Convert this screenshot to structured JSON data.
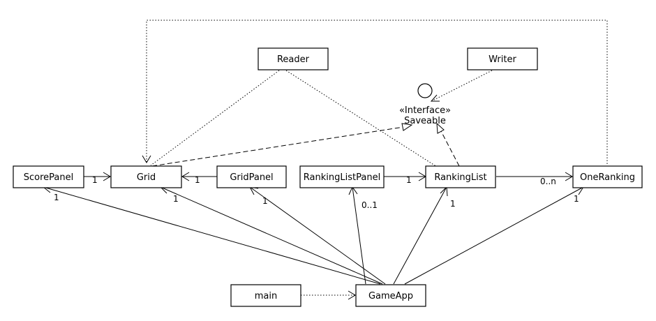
{
  "classes": {
    "reader": "Reader",
    "writer": "Writer",
    "score_panel": "ScorePanel",
    "grid": "Grid",
    "grid_panel": "GridPanel",
    "ranking_list_panel": "RankingListPanel",
    "ranking_list": "RankingList",
    "one_ranking": "OneRanking",
    "main": "main",
    "game_app": "GameApp"
  },
  "interface": {
    "stereotype": "«Interface»",
    "name": "Saveable"
  },
  "multiplicities": {
    "scorepanel_grid": "1",
    "gridpanel_grid": "1",
    "rlp_rankinglist": "1",
    "rankinglist_oneranking": "0..n",
    "gameapp_scorepanel": "1",
    "gameapp_grid": "1",
    "gameapp_gridpanel": "1",
    "gameapp_rlp": "0..1",
    "gameapp_rankinglist": "1",
    "gameapp_oneranking": "1"
  }
}
